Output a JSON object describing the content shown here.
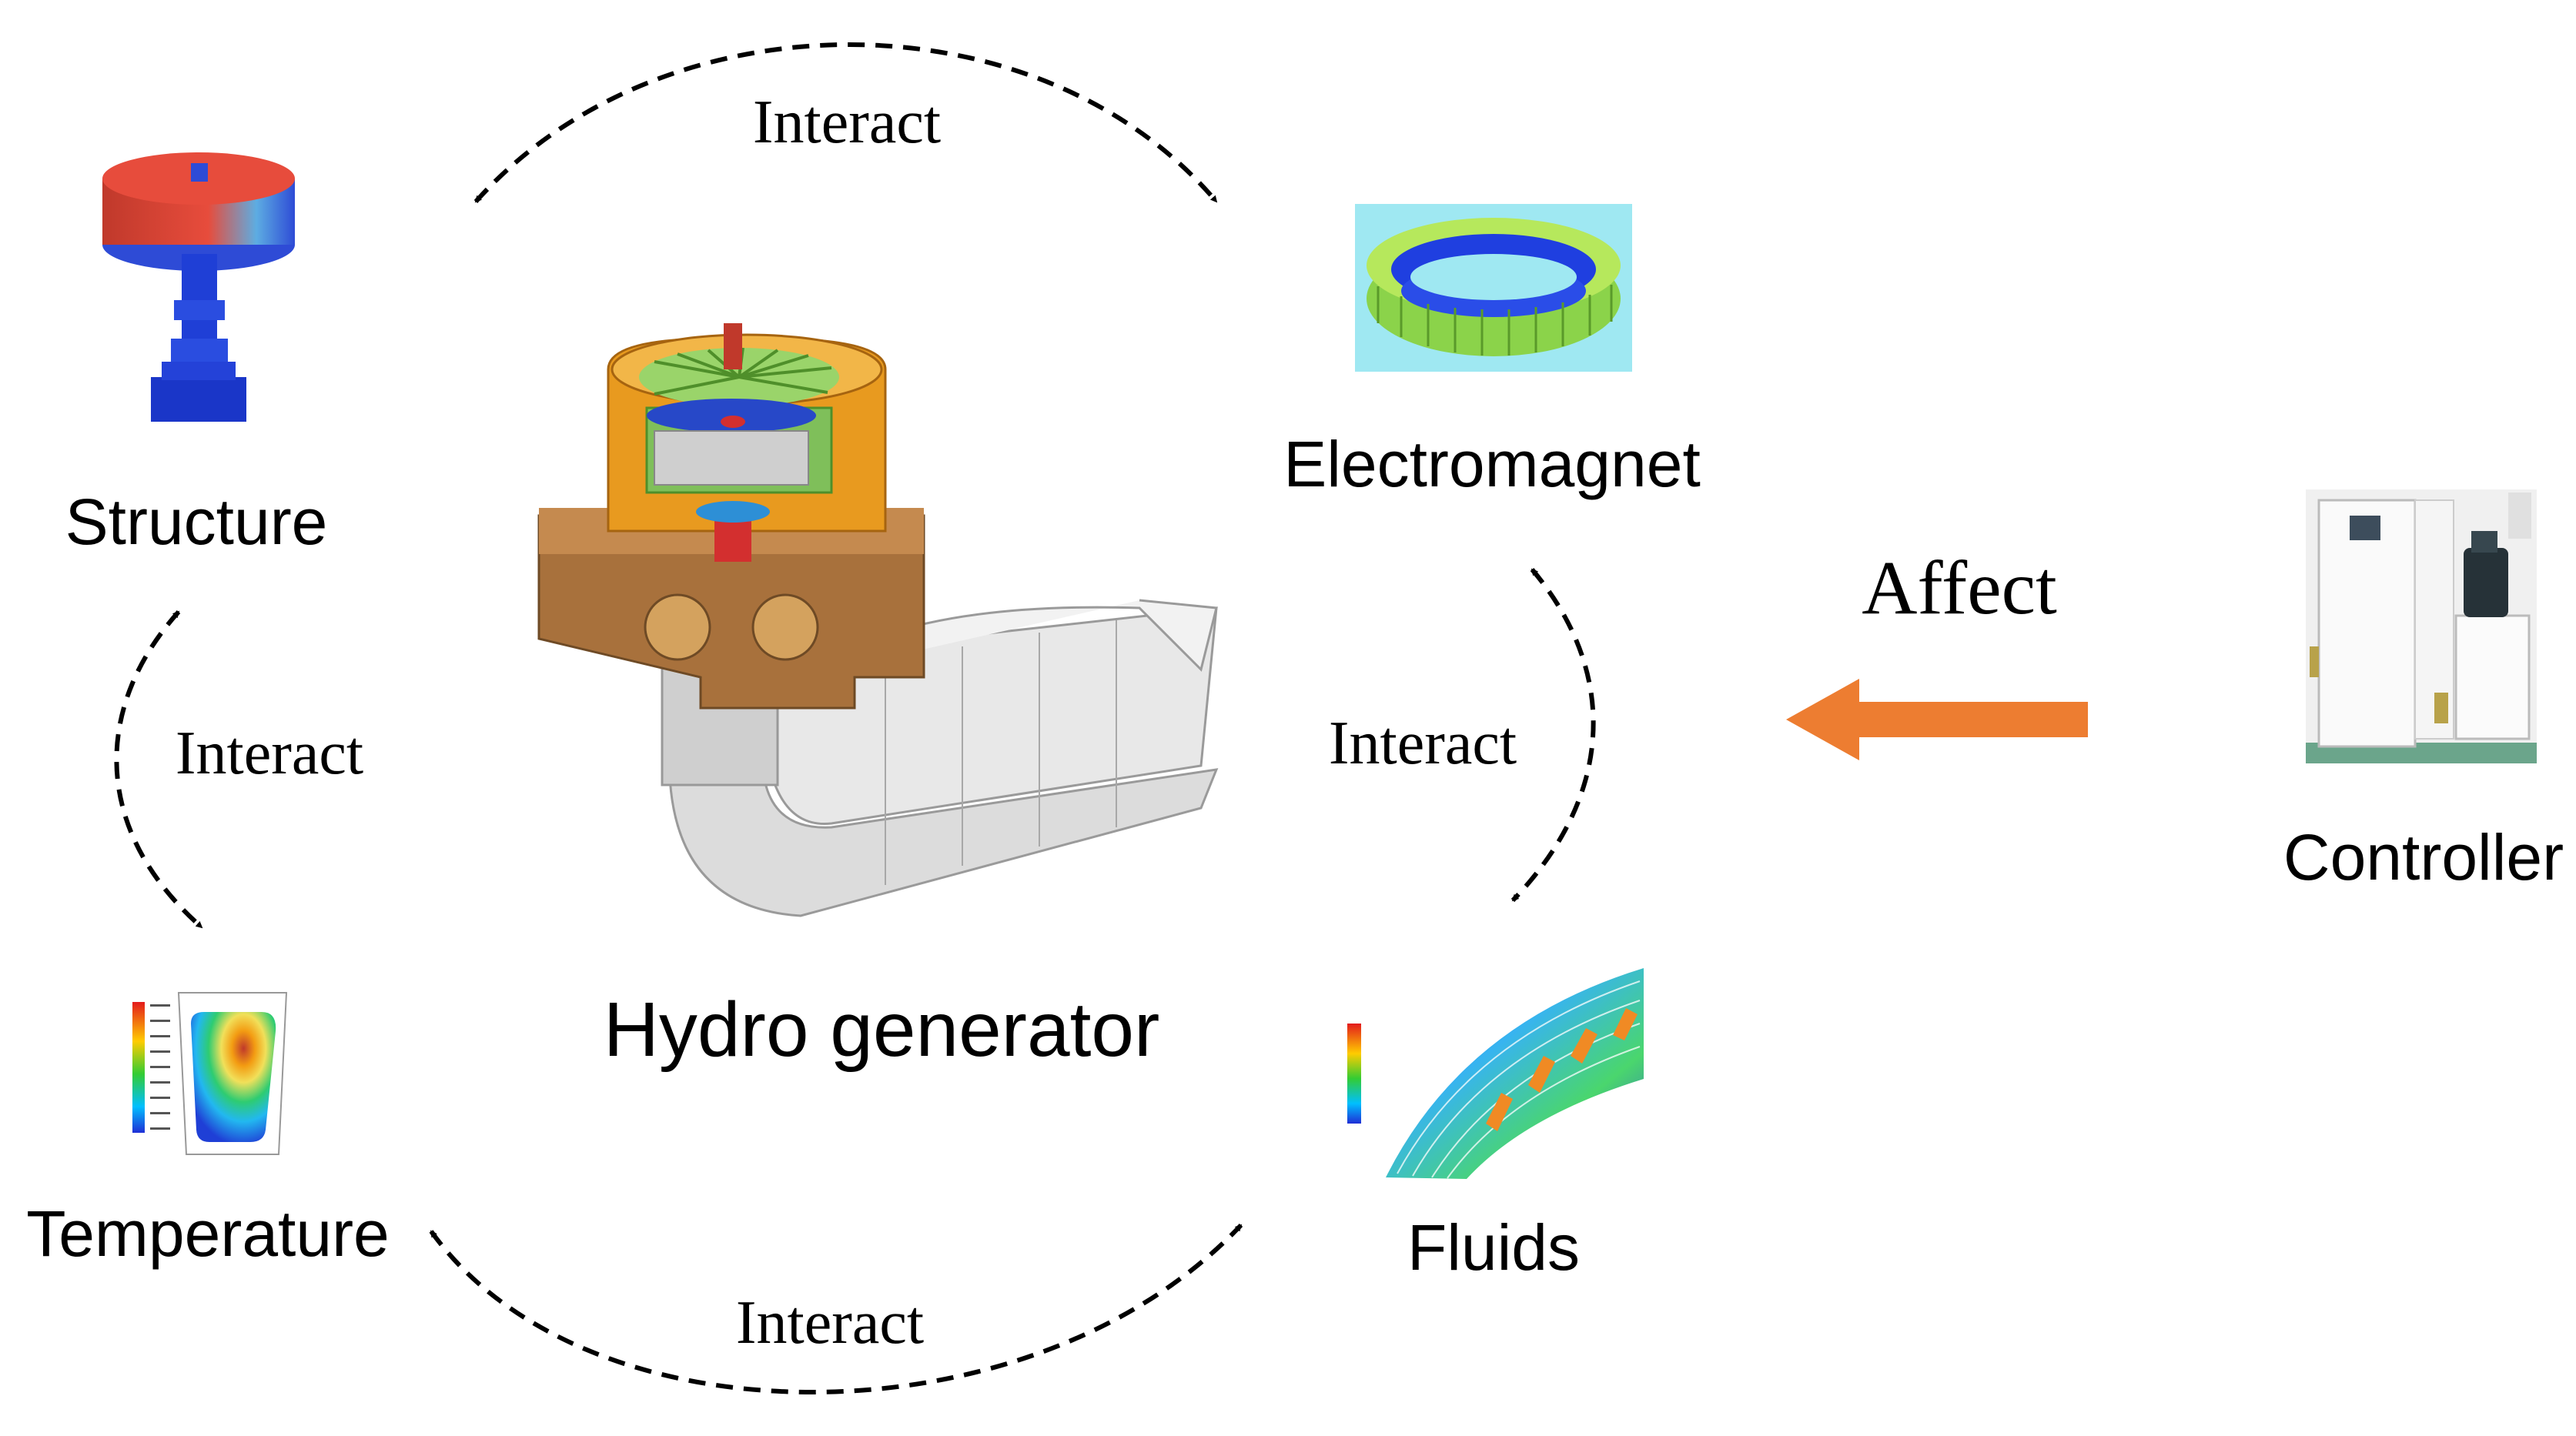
{
  "nodes": {
    "structure": "Structure",
    "electromagnet": "Electromagnet",
    "temperature": "Temperature",
    "fluids": "Fluids",
    "hydro_generator": "Hydro generator",
    "controller": "Controller"
  },
  "links": {
    "top": "Interact",
    "left": "Interact",
    "right": "Interact",
    "bottom": "Interact",
    "affect": "Affect"
  },
  "colors": {
    "affect_arrow": "#ED7D31",
    "dashed_arrows": "#000000"
  }
}
